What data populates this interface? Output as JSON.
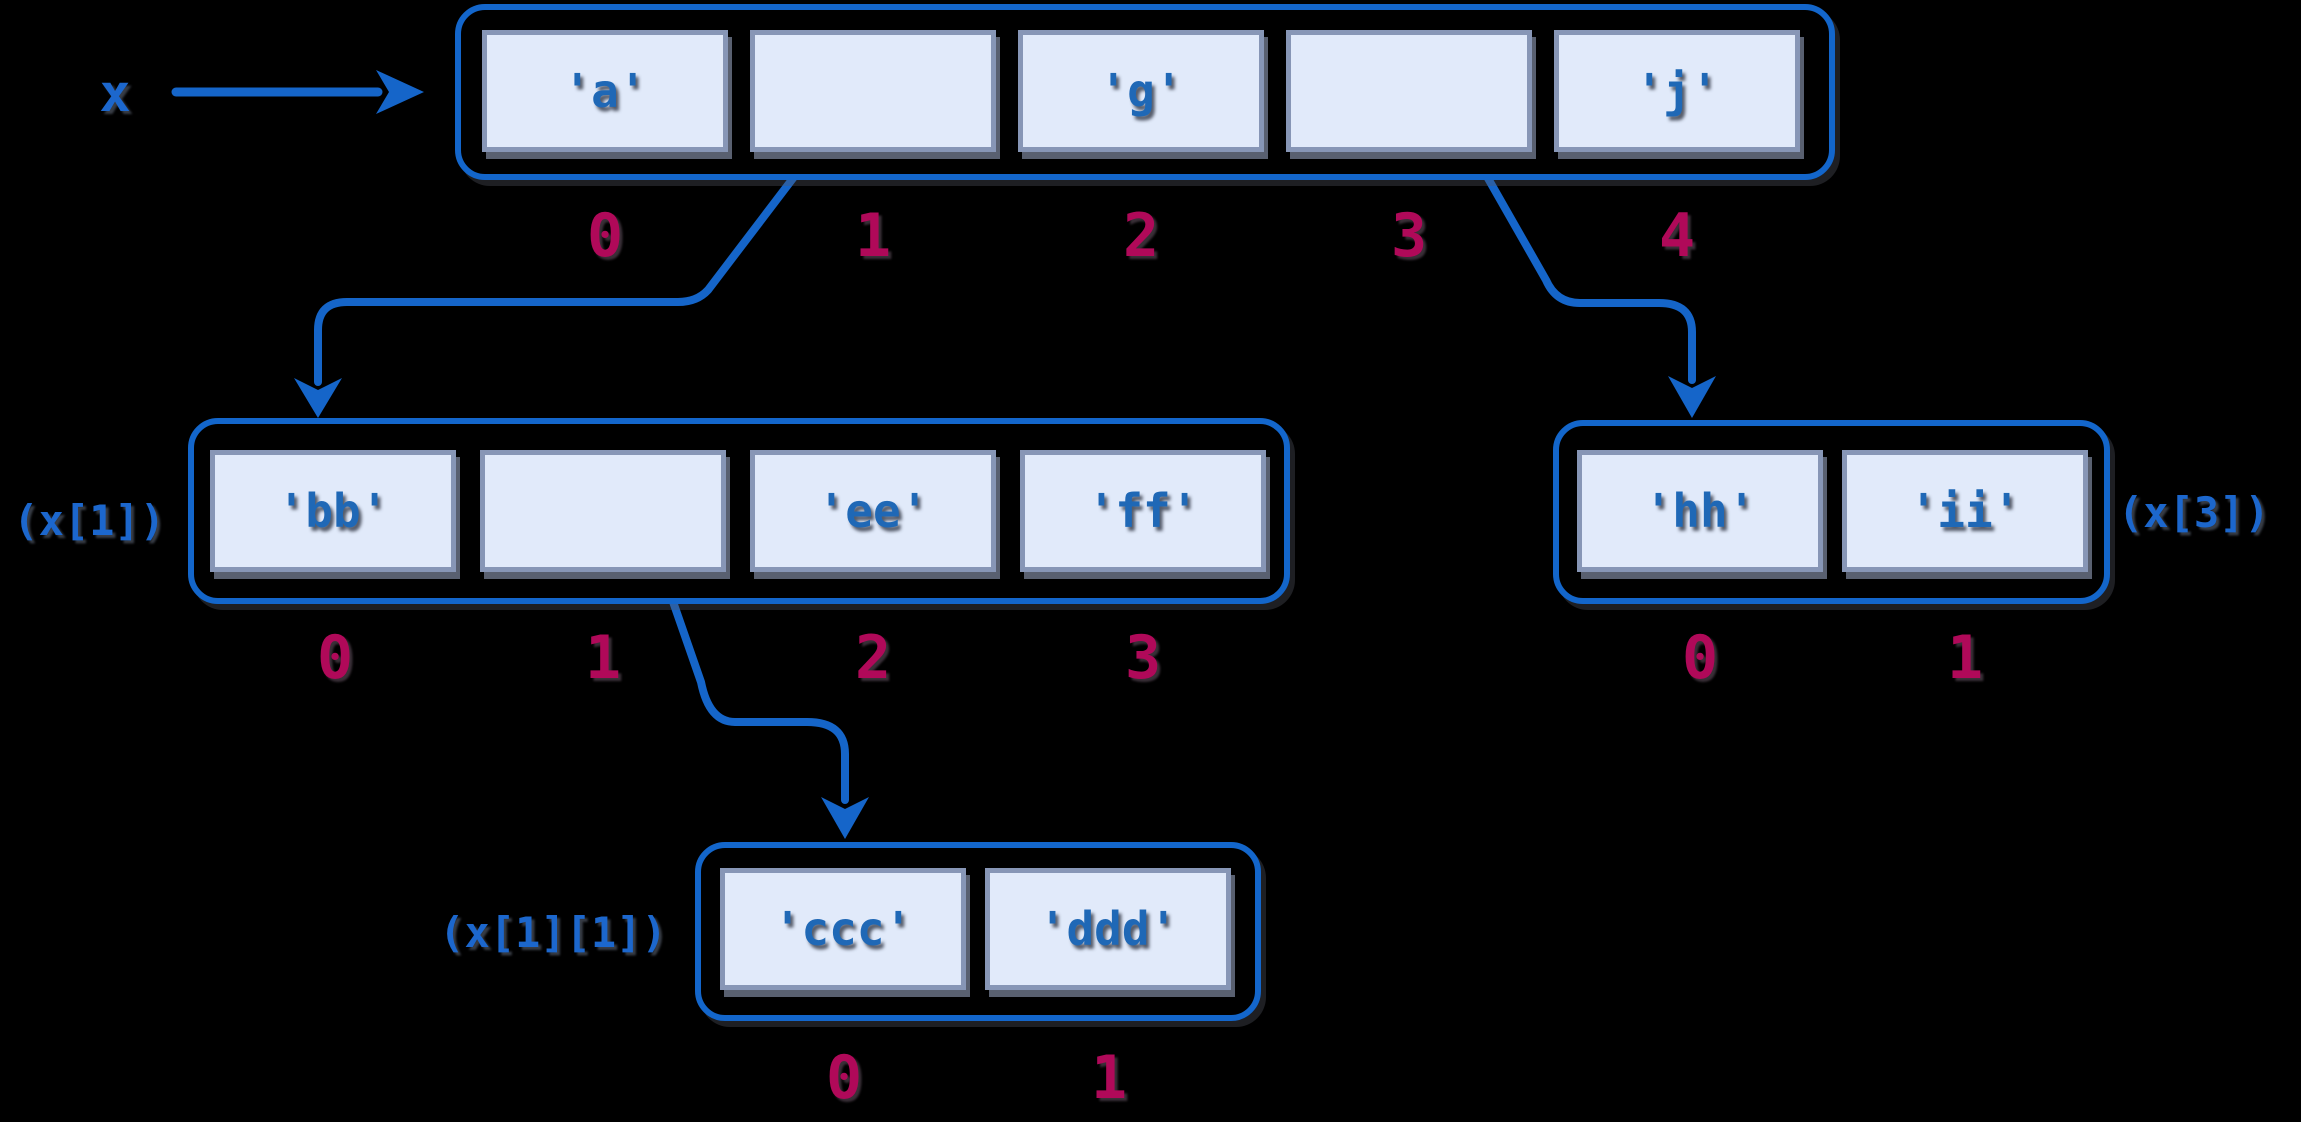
{
  "diagram": {
    "background": "#000000",
    "colors": {
      "container_border": "#1366cb",
      "cell_fill": "#e1eafa",
      "cell_border": "#8796b6",
      "value_text": "#1f68b6",
      "index_text": "#b00959",
      "label_text": "#1c67cd",
      "arrow": "#1565c9"
    },
    "variable_label": "x",
    "lists": [
      {
        "id": "x",
        "label": "",
        "cells": [
          {
            "index": "0",
            "value": "'a'"
          },
          {
            "index": "1",
            "value": ""
          },
          {
            "index": "2",
            "value": "'g'"
          },
          {
            "index": "3",
            "value": ""
          },
          {
            "index": "4",
            "value": "'j'"
          }
        ]
      },
      {
        "id": "x[1]",
        "label": "(x[1])",
        "cells": [
          {
            "index": "0",
            "value": "'bb'"
          },
          {
            "index": "1",
            "value": ""
          },
          {
            "index": "2",
            "value": "'ee'"
          },
          {
            "index": "3",
            "value": "'ff'"
          }
        ]
      },
      {
        "id": "x[3]",
        "label": "(x[3])",
        "cells": [
          {
            "index": "0",
            "value": "'hh'"
          },
          {
            "index": "1",
            "value": "'ii'"
          }
        ]
      },
      {
        "id": "x[1][1]",
        "label": "(x[1][1])",
        "cells": [
          {
            "index": "0",
            "value": "'ccc'"
          },
          {
            "index": "1",
            "value": "'ddd'"
          }
        ]
      }
    ],
    "pointers": [
      {
        "from": "x",
        "to": "x list"
      },
      {
        "from": "x list cell 1",
        "to": "(x[1]) list"
      },
      {
        "from": "x list cell 3",
        "to": "(x[3]) list"
      },
      {
        "from": "(x[1]) list cell 1",
        "to": "(x[1][1]) list"
      }
    ]
  }
}
